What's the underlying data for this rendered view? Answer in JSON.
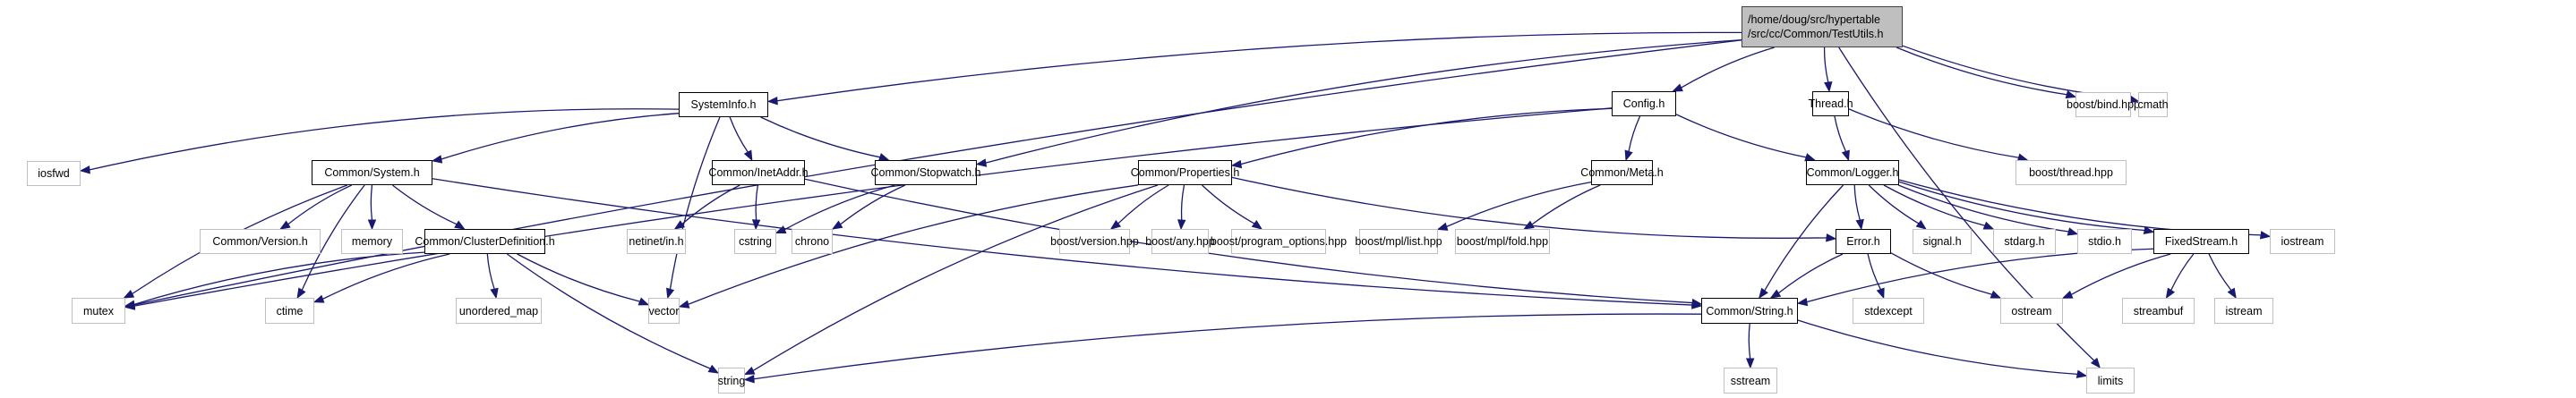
{
  "title": "Include dependency graph for TestUtils.h",
  "root": {
    "id": "testutils",
    "lines": [
      "/home/doug/src/hypertable",
      "/src/cc/Common/TestUtils.h"
    ]
  },
  "nodes": [
    {
      "id": "systeminfo",
      "label": "SystemInfo.h",
      "kind": "doc"
    },
    {
      "id": "config",
      "label": "Config.h",
      "kind": "doc"
    },
    {
      "id": "thread",
      "label": "Thread.h",
      "kind": "doc"
    },
    {
      "id": "bind",
      "label": "boost/bind.hpp",
      "kind": "sys"
    },
    {
      "id": "cmath",
      "label": "cmath",
      "kind": "sys"
    },
    {
      "id": "iosfwd",
      "label": "iosfwd",
      "kind": "sys"
    },
    {
      "id": "system",
      "label": "Common/System.h",
      "kind": "doc"
    },
    {
      "id": "inetaddr",
      "label": "Common/InetAddr.h",
      "kind": "doc"
    },
    {
      "id": "stopwatch",
      "label": "Common/Stopwatch.h",
      "kind": "doc"
    },
    {
      "id": "properties",
      "label": "Common/Properties.h",
      "kind": "doc"
    },
    {
      "id": "meta",
      "label": "Common/Meta.h",
      "kind": "doc"
    },
    {
      "id": "logger",
      "label": "Common/Logger.h",
      "kind": "doc"
    },
    {
      "id": "threadhpp",
      "label": "boost/thread.hpp",
      "kind": "sys"
    },
    {
      "id": "version",
      "label": "Common/Version.h",
      "kind": "sys"
    },
    {
      "id": "memory",
      "label": "memory",
      "kind": "sys"
    },
    {
      "id": "cluster",
      "label": "Common/ClusterDefinition.h",
      "kind": "doc"
    },
    {
      "id": "netinet",
      "label": "netinet/in.h",
      "kind": "sys"
    },
    {
      "id": "cstring",
      "label": "cstring",
      "kind": "sys"
    },
    {
      "id": "chrono",
      "label": "chrono",
      "kind": "sys"
    },
    {
      "id": "bversion",
      "label": "boost/version.hpp",
      "kind": "sys"
    },
    {
      "id": "bany",
      "label": "boost/any.hpp",
      "kind": "sys"
    },
    {
      "id": "bpo",
      "label": "boost/program_options.hpp",
      "kind": "sys"
    },
    {
      "id": "mpllist",
      "label": "boost/mpl/list.hpp",
      "kind": "sys"
    },
    {
      "id": "mplfold",
      "label": "boost/mpl/fold.hpp",
      "kind": "sys"
    },
    {
      "id": "error",
      "label": "Error.h",
      "kind": "doc"
    },
    {
      "id": "signal",
      "label": "signal.h",
      "kind": "sys"
    },
    {
      "id": "stdarg",
      "label": "stdarg.h",
      "kind": "sys"
    },
    {
      "id": "stdio",
      "label": "stdio.h",
      "kind": "sys"
    },
    {
      "id": "fixedstream",
      "label": "FixedStream.h",
      "kind": "doc"
    },
    {
      "id": "iostream",
      "label": "iostream",
      "kind": "sys"
    },
    {
      "id": "mutex",
      "label": "mutex",
      "kind": "sys"
    },
    {
      "id": "ctime",
      "label": "ctime",
      "kind": "sys"
    },
    {
      "id": "umap",
      "label": "unordered_map",
      "kind": "sys"
    },
    {
      "id": "vector",
      "label": "vector",
      "kind": "sys"
    },
    {
      "id": "string_h",
      "label": "Common/String.h",
      "kind": "doc"
    },
    {
      "id": "stdexcept",
      "label": "stdexcept",
      "kind": "sys"
    },
    {
      "id": "ostream",
      "label": "ostream",
      "kind": "sys"
    },
    {
      "id": "streambuf",
      "label": "streambuf",
      "kind": "sys"
    },
    {
      "id": "istream",
      "label": "istream",
      "kind": "sys"
    },
    {
      "id": "string",
      "label": "string",
      "kind": "sys"
    },
    {
      "id": "sstream",
      "label": "sstream",
      "kind": "sys"
    },
    {
      "id": "limits",
      "label": "limits",
      "kind": "sys"
    }
  ],
  "edges": [
    [
      "testutils",
      "systeminfo"
    ],
    [
      "testutils",
      "config"
    ],
    [
      "testutils",
      "thread"
    ],
    [
      "testutils",
      "bind"
    ],
    [
      "testutils",
      "cmath"
    ],
    [
      "testutils",
      "mutex"
    ],
    [
      "testutils",
      "stopwatch"
    ],
    [
      "testutils",
      "limits"
    ],
    [
      "systeminfo",
      "iosfwd"
    ],
    [
      "systeminfo",
      "system"
    ],
    [
      "systeminfo",
      "inetaddr"
    ],
    [
      "systeminfo",
      "stopwatch"
    ],
    [
      "systeminfo",
      "vector"
    ],
    [
      "config",
      "mutex"
    ],
    [
      "config",
      "properties"
    ],
    [
      "config",
      "meta"
    ],
    [
      "config",
      "logger"
    ],
    [
      "thread",
      "logger"
    ],
    [
      "thread",
      "threadhpp"
    ],
    [
      "system",
      "mutex"
    ],
    [
      "system",
      "ctime"
    ],
    [
      "system",
      "version"
    ],
    [
      "system",
      "memory"
    ],
    [
      "system",
      "cluster"
    ],
    [
      "system",
      "string_h"
    ],
    [
      "inetaddr",
      "netinet"
    ],
    [
      "inetaddr",
      "cstring"
    ],
    [
      "inetaddr",
      "string_h"
    ],
    [
      "stopwatch",
      "cstring"
    ],
    [
      "stopwatch",
      "chrono"
    ],
    [
      "properties",
      "vector"
    ],
    [
      "properties",
      "string"
    ],
    [
      "properties",
      "bversion"
    ],
    [
      "properties",
      "bany"
    ],
    [
      "properties",
      "bpo"
    ],
    [
      "properties",
      "error"
    ],
    [
      "meta",
      "mpllist"
    ],
    [
      "meta",
      "mplfold"
    ],
    [
      "logger",
      "string_h"
    ],
    [
      "logger",
      "error"
    ],
    [
      "logger",
      "signal"
    ],
    [
      "logger",
      "stdarg"
    ],
    [
      "logger",
      "stdio"
    ],
    [
      "logger",
      "fixedstream"
    ],
    [
      "logger",
      "iostream"
    ],
    [
      "cluster",
      "mutex"
    ],
    [
      "cluster",
      "ctime"
    ],
    [
      "cluster",
      "umap"
    ],
    [
      "cluster",
      "vector"
    ],
    [
      "cluster",
      "string"
    ],
    [
      "error",
      "string_h"
    ],
    [
      "error",
      "stdexcept"
    ],
    [
      "error",
      "ostream"
    ],
    [
      "fixedstream",
      "string_h"
    ],
    [
      "fixedstream",
      "ostream"
    ],
    [
      "fixedstream",
      "streambuf"
    ],
    [
      "fixedstream",
      "istream"
    ],
    [
      "string_h",
      "string"
    ],
    [
      "string_h",
      "sstream"
    ],
    [
      "string_h",
      "limits"
    ]
  ]
}
